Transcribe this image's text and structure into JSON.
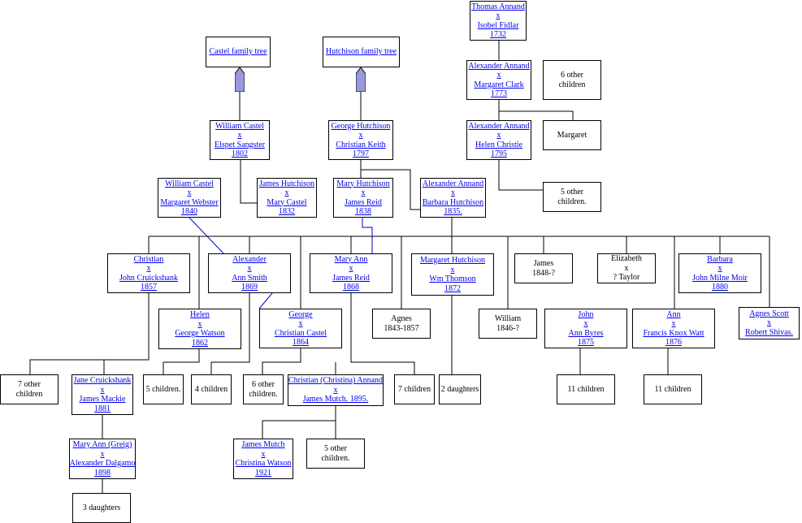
{
  "nodes": [
    {
      "id": "thomas",
      "lines": [
        "Thomas Annand",
        "x",
        "Isobel Fidlar",
        "1732"
      ],
      "link": true
    },
    {
      "id": "alexander1773",
      "lines": [
        "Alexander Annand",
        "x",
        "Margaret Clark",
        "1773"
      ],
      "link": true
    },
    {
      "id": "other6",
      "lines": [
        "6 other",
        "children"
      ],
      "link": false
    },
    {
      "id": "alexander1795",
      "lines": [
        "Alexander Annand",
        "x",
        "Helen Christie",
        "1795"
      ],
      "link": true
    },
    {
      "id": "margaret",
      "lines": [
        "Margaret"
      ],
      "link": false
    },
    {
      "id": "castelTree",
      "lines": [
        "Castel family tree"
      ],
      "link": true
    },
    {
      "id": "hutchisonTree",
      "lines": [
        "Hutchison family tree"
      ],
      "link": true
    },
    {
      "id": "william1802",
      "lines": [
        "William Castel",
        "x",
        "Elspet Sangster",
        "1802"
      ],
      "link": true
    },
    {
      "id": "george1797",
      "lines": [
        "George Hutchison",
        "x",
        "Christian Keith",
        "1797"
      ],
      "link": true
    },
    {
      "id": "william1840",
      "lines": [
        "William Castel",
        "x",
        "Margaret Webster",
        "1840"
      ],
      "link": true
    },
    {
      "id": "james1832",
      "lines": [
        "James Hutchison",
        "x",
        "Mary Castel",
        "1832"
      ],
      "link": true
    },
    {
      "id": "mary1838",
      "lines": [
        "Mary Hutchison",
        "x",
        "James Reid",
        "1838"
      ],
      "link": true
    },
    {
      "id": "alexander1835",
      "lines": [
        "Alexander Annand",
        "x",
        "Barbara Hutchison",
        "1835."
      ],
      "link": true
    },
    {
      "id": "other5",
      "lines": [
        "5 other",
        "children."
      ],
      "link": false
    },
    {
      "id": "christian1857",
      "lines": [
        "Christian",
        "x",
        "John Cruickshank",
        "1857"
      ],
      "link": true
    },
    {
      "id": "alexander1869",
      "lines": [
        "Alexander",
        "x",
        "Ann Smith",
        "1869"
      ],
      "link": true
    },
    {
      "id": "maryann1868",
      "lines": [
        "Mary Ann",
        "x",
        "James Reid",
        "1868"
      ],
      "link": true
    },
    {
      "id": "margaret1872",
      "lines": [
        "Margaret Hutchison",
        "x",
        "Wm Thomson",
        "1872"
      ],
      "link": true
    },
    {
      "id": "james1848",
      "lines": [
        "James",
        "1848-?"
      ],
      "link": false
    },
    {
      "id": "elizabeth",
      "lines": [
        "Elizabeth",
        "x",
        "? Taylor"
      ],
      "link": false
    },
    {
      "id": "barbara1880",
      "lines": [
        "Barbara",
        "x",
        "John Milne Moir",
        "1880"
      ],
      "link": true
    },
    {
      "id": "helen1862",
      "lines": [
        "Helen",
        "x",
        "George Watson",
        "1862"
      ],
      "link": true
    },
    {
      "id": "george1864",
      "lines": [
        "George",
        "x",
        "Christian Castel",
        "1864"
      ],
      "link": true
    },
    {
      "id": "agnes",
      "lines": [
        "Agnes",
        "1843-1857"
      ],
      "link": false
    },
    {
      "id": "william1846",
      "lines": [
        "William",
        "1846-?"
      ],
      "link": false
    },
    {
      "id": "john1875",
      "lines": [
        "John",
        "x",
        "Ann Byres",
        "1875"
      ],
      "link": true
    },
    {
      "id": "ann1876",
      "lines": [
        "Ann",
        "x",
        "Francis Knox Watt",
        "1876"
      ],
      "link": true
    },
    {
      "id": "agnesScott",
      "lines": [
        "Agnes Scott",
        "x",
        "Robert Shivas."
      ],
      "link": true
    },
    {
      "id": "other7a",
      "lines": [
        "7 other",
        "children"
      ],
      "link": false
    },
    {
      "id": "jane1881",
      "lines": [
        "Jane Cruickshank",
        "x",
        "James Mackie",
        "1881"
      ],
      "link": true
    },
    {
      "id": "five",
      "lines": [
        "5 children."
      ],
      "link": false
    },
    {
      "id": "four",
      "lines": [
        "4 children"
      ],
      "link": false
    },
    {
      "id": "other6b",
      "lines": [
        "6 other",
        "children."
      ],
      "link": false
    },
    {
      "id": "christian1895",
      "lines": [
        "Christian (Christina) Annand",
        "x",
        "James Mutch. 1895."
      ],
      "link": true
    },
    {
      "id": "seven",
      "lines": [
        "7 children"
      ],
      "link": false
    },
    {
      "id": "twoDaughters",
      "lines": [
        "2 daughters"
      ],
      "link": false
    },
    {
      "id": "eleven1",
      "lines": [
        "11 children"
      ],
      "link": false
    },
    {
      "id": "eleven2",
      "lines": [
        "11 children"
      ],
      "link": false
    },
    {
      "id": "maryann1898",
      "lines": [
        "Mary Ann (Greig)",
        "x",
        "Alexander Dalgamo",
        "1898"
      ],
      "link": true
    },
    {
      "id": "james1921",
      "lines": [
        "James Mutch",
        "x",
        "Christina Watson",
        "1921"
      ],
      "link": true
    },
    {
      "id": "other5b",
      "lines": [
        "5 other",
        "children."
      ],
      "link": false
    },
    {
      "id": "threeDaughters",
      "lines": [
        "3 daughters"
      ],
      "link": false
    }
  ],
  "colors": {
    "link": "#0000ee",
    "cross_link": "#0000cc",
    "arrow_fill": "#9999dd",
    "line": "#000000"
  }
}
